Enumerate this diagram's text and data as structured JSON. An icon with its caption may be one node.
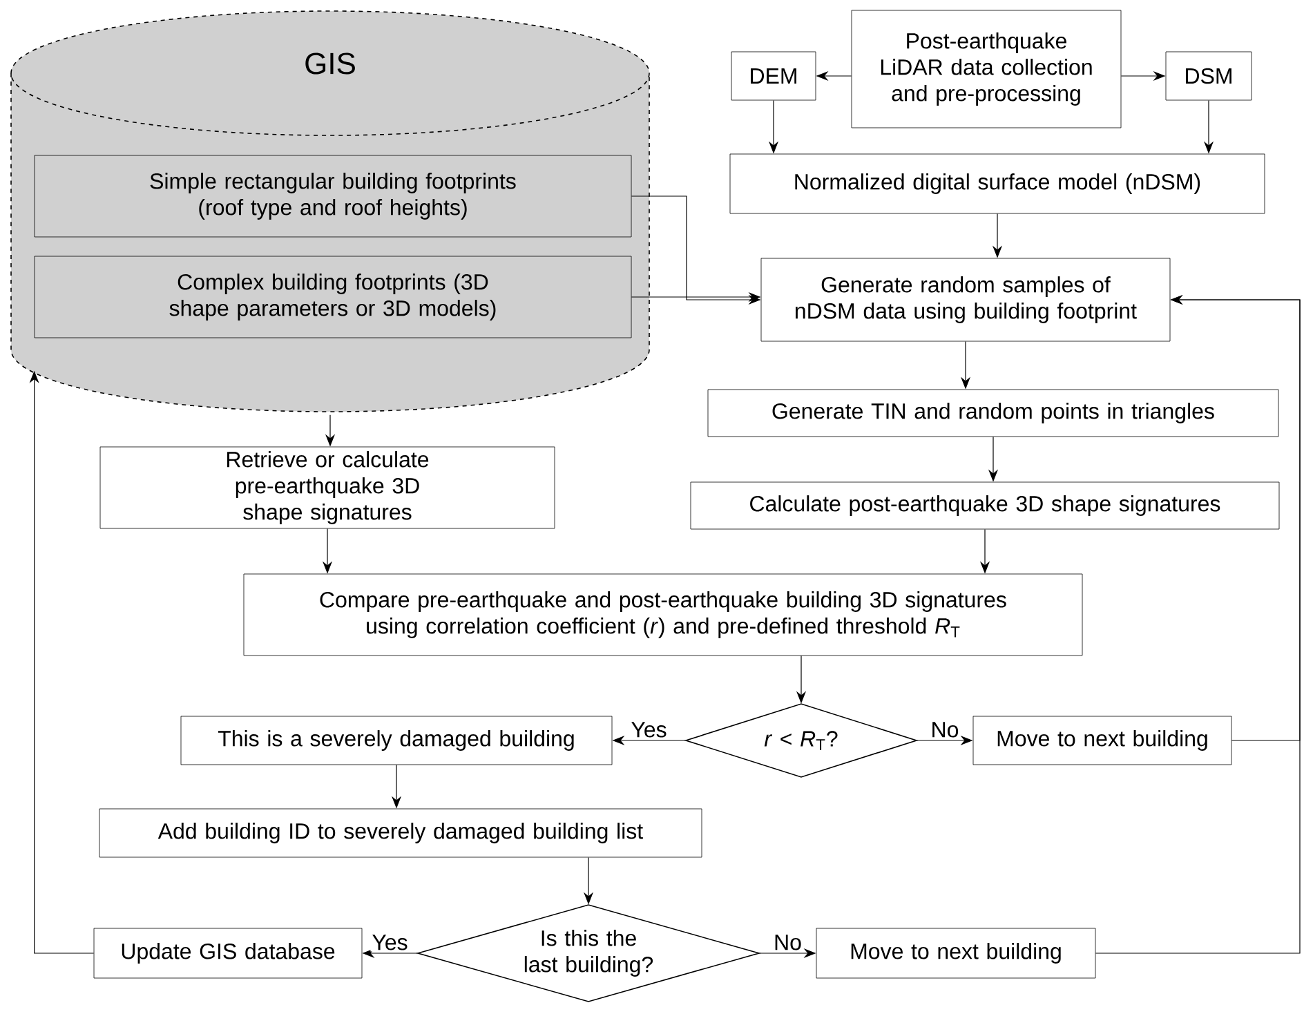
{
  "diagram": {
    "nodes": [
      {
        "text": [
          "GIS"
        ]
      },
      {
        "text": [
          "Simple rectangular building footprints (roof type and roof heights)"
        ],
        "in": 0
      },
      {
        "text": [
          "Complex building footprints (3D shape parameters or 3D models)"
        ],
        "in": 0
      },
      {
        "text": [
          "Post-earthquake LiDAR data collection and pre-processing"
        ]
      },
      {
        "text": [
          "DEM"
        ]
      },
      {
        "text": [
          "DSM"
        ]
      },
      {
        "text": [
          "Normalized digital surface model (nDSM)"
        ]
      },
      {
        "text": [
          "Generate random samples of nDSM data using building footprint"
        ]
      },
      {
        "text": [
          "Generate TIN and random points in triangles"
        ]
      },
      {
        "text": [
          "Retrieve or calculate pre-earthquake 3D shape signatures"
        ]
      },
      {
        "text": [
          "Calculate post-earthquake 3D shape signatures"
        ]
      },
      {
        "text": [
          "Compare pre-earthquake and post-earthquake building 3D signatures using correlation coefficient (*r*) and pre-defined threshold *R*$_{T}$"
        ]
      },
      {
        "text": [
          "*r* < *R*$_{T}$?"
        ]
      },
      {
        "text": [
          "This is a severely damaged building"
        ]
      },
      {
        "text": [
          "Move to next building"
        ]
      },
      {
        "text": [
          "Add building ID to severely damaged building list"
        ]
      },
      {
        "text": [
          "Is this the last building?"
        ]
      },
      {
        "text": [
          "Update GIS database"
        ]
      },
      {
        "text": [
          "Move to next building"
        ]
      }
    ],
    "edges": [
      {
        "from": 3,
        "to": 4,
        "arrow": "to"
      },
      {
        "from": 3,
        "to": 5,
        "arrow": "to"
      },
      {
        "from": 4,
        "to": 6,
        "arrow": "to"
      },
      {
        "from": 5,
        "to": 6,
        "arrow": "to"
      },
      {
        "from": 6,
        "to": 7,
        "arrow": "to"
      },
      {
        "from": 1,
        "to": 7,
        "arrow": "to"
      },
      {
        "from": 2,
        "to": 7,
        "arrow": "to"
      },
      {
        "from": 7,
        "to": 8,
        "arrow": "to"
      },
      {
        "from": 8,
        "to": 10,
        "arrow": "to"
      },
      {
        "from": 0,
        "to": 9,
        "arrow": "to"
      },
      {
        "from": 9,
        "to": 11,
        "arrow": "to"
      },
      {
        "from": 10,
        "to": 11,
        "arrow": "to"
      },
      {
        "from": 11,
        "to": 12,
        "arrow": "to"
      },
      {
        "from": 12,
        "to": 13,
        "arrow": "to",
        "label": "Yes"
      },
      {
        "from": 12,
        "to": 14,
        "arrow": "to",
        "label": "No"
      },
      {
        "from": 14,
        "to": 7,
        "arrow": "to"
      },
      {
        "from": 13,
        "to": 15,
        "arrow": "to"
      },
      {
        "from": 15,
        "to": 16,
        "arrow": "to"
      },
      {
        "from": 16,
        "to": 17,
        "arrow": "to",
        "label": "Yes"
      },
      {
        "from": 16,
        "to": 18,
        "arrow": "to",
        "label": "No"
      },
      {
        "from": 18,
        "to": 7,
        "arrow": "to"
      },
      {
        "from": 17,
        "to": 0,
        "arrow": "to"
      }
    ]
  }
}
